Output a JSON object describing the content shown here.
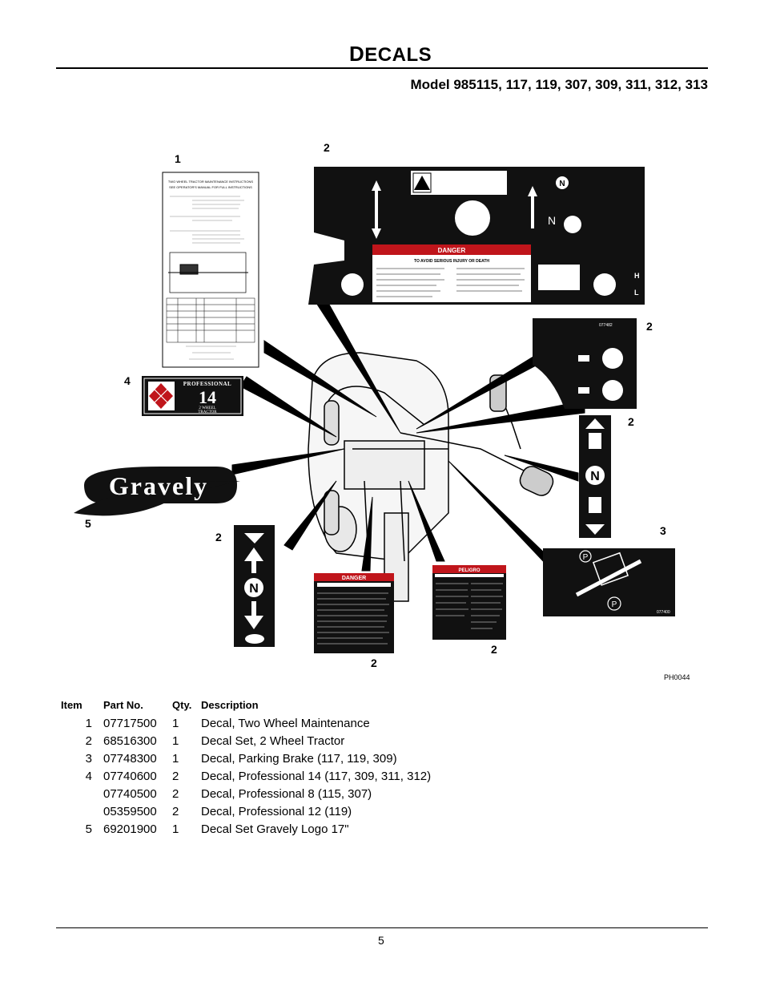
{
  "title": {
    "first": "D",
    "rest": "ECALS"
  },
  "model": "Model 985115, 117, 119, 307, 309, 311, 312, 313",
  "callouts": {
    "c1": "1",
    "c2a": "2",
    "c2b": "2",
    "c2c": "2",
    "c2d": "2",
    "c2e": "2",
    "c2f": "2",
    "c3": "3",
    "c4": "4",
    "c5": "5"
  },
  "figure_id": "PH0044",
  "decals": {
    "maint_heading": "TWO WHEEL TRACTOR MAINTENANCE INSTRUCTIONS",
    "maint_sub": "SEE OPERATOR'S MANUAL FOR FULL INSTRUCTIONS",
    "danger": "DANGER",
    "danger_sub": "TO AVOID SERIOUS INJURY OR DEATH",
    "peligro": "PELIGRO",
    "professional": "PROFESSIONAL",
    "pro_number": "14",
    "pro_sub1": "2 WHEEL",
    "pro_sub2": "TRACTOR",
    "logo": "Gravely",
    "n_letter": "N",
    "p_letter": "P",
    "h_letter": "H",
    "l_letter": "L",
    "code_2a": "077482",
    "code_3": "077400"
  },
  "table": {
    "headers": {
      "item": "Item",
      "part": "Part No.",
      "qty": "Qty.",
      "desc": "Description"
    },
    "rows": [
      {
        "item": "1",
        "part": "07717500",
        "qty": "1",
        "desc": "Decal, Two Wheel Maintenance"
      },
      {
        "item": "2",
        "part": "68516300",
        "qty": "1",
        "desc": "Decal Set, 2 Wheel Tractor"
      },
      {
        "item": "3",
        "part": "07748300",
        "qty": "1",
        "desc": "Decal, Parking Brake (117, 119, 309)"
      },
      {
        "item": "4",
        "part": "07740600",
        "qty": "2",
        "desc": "Decal, Professional 14 (117, 309, 311, 312)"
      },
      {
        "item": "",
        "part": "07740500",
        "qty": "2",
        "desc": "Decal, Professional 8 (115, 307)"
      },
      {
        "item": "",
        "part": "05359500",
        "qty": "2",
        "desc": "Decal, Professional 12 (119)"
      },
      {
        "item": "5",
        "part": "69201900",
        "qty": "1",
        "desc": "Decal Set Gravely Logo 17\""
      }
    ]
  },
  "page_number": "5"
}
